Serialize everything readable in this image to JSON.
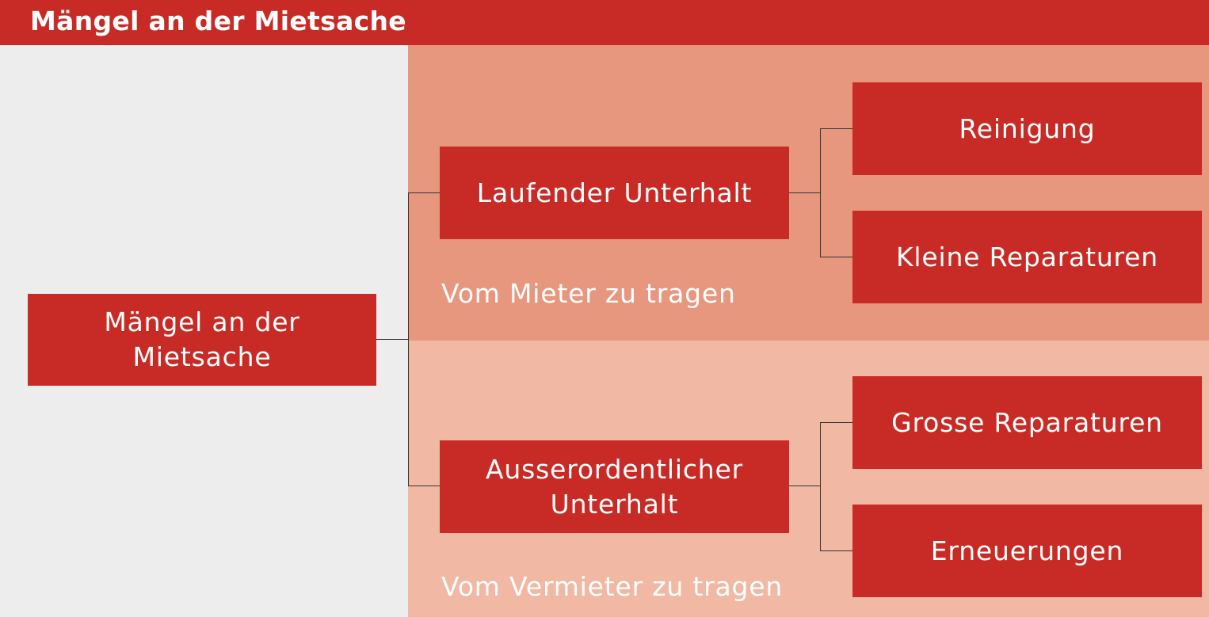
{
  "header": {
    "title": "Mängel an der Mietsache"
  },
  "root": {
    "label": "Mängel an der\nMietsache"
  },
  "groups": [
    {
      "label": "Laufender Unterhalt",
      "caption": "Vom Mieter zu tragen",
      "children": [
        "Reinigung",
        "Kleine Reparaturen"
      ]
    },
    {
      "label": "Ausserordentlicher\nUnterhalt",
      "caption": "Vom Vermieter zu tragen",
      "children": [
        "Grosse Reparaturen",
        "Erneuerungen"
      ]
    }
  ],
  "colors": {
    "accent": "#c82b25",
    "panel_top": "#e8977f",
    "panel_bottom": "#f1b8a3",
    "background": "#ededed"
  }
}
